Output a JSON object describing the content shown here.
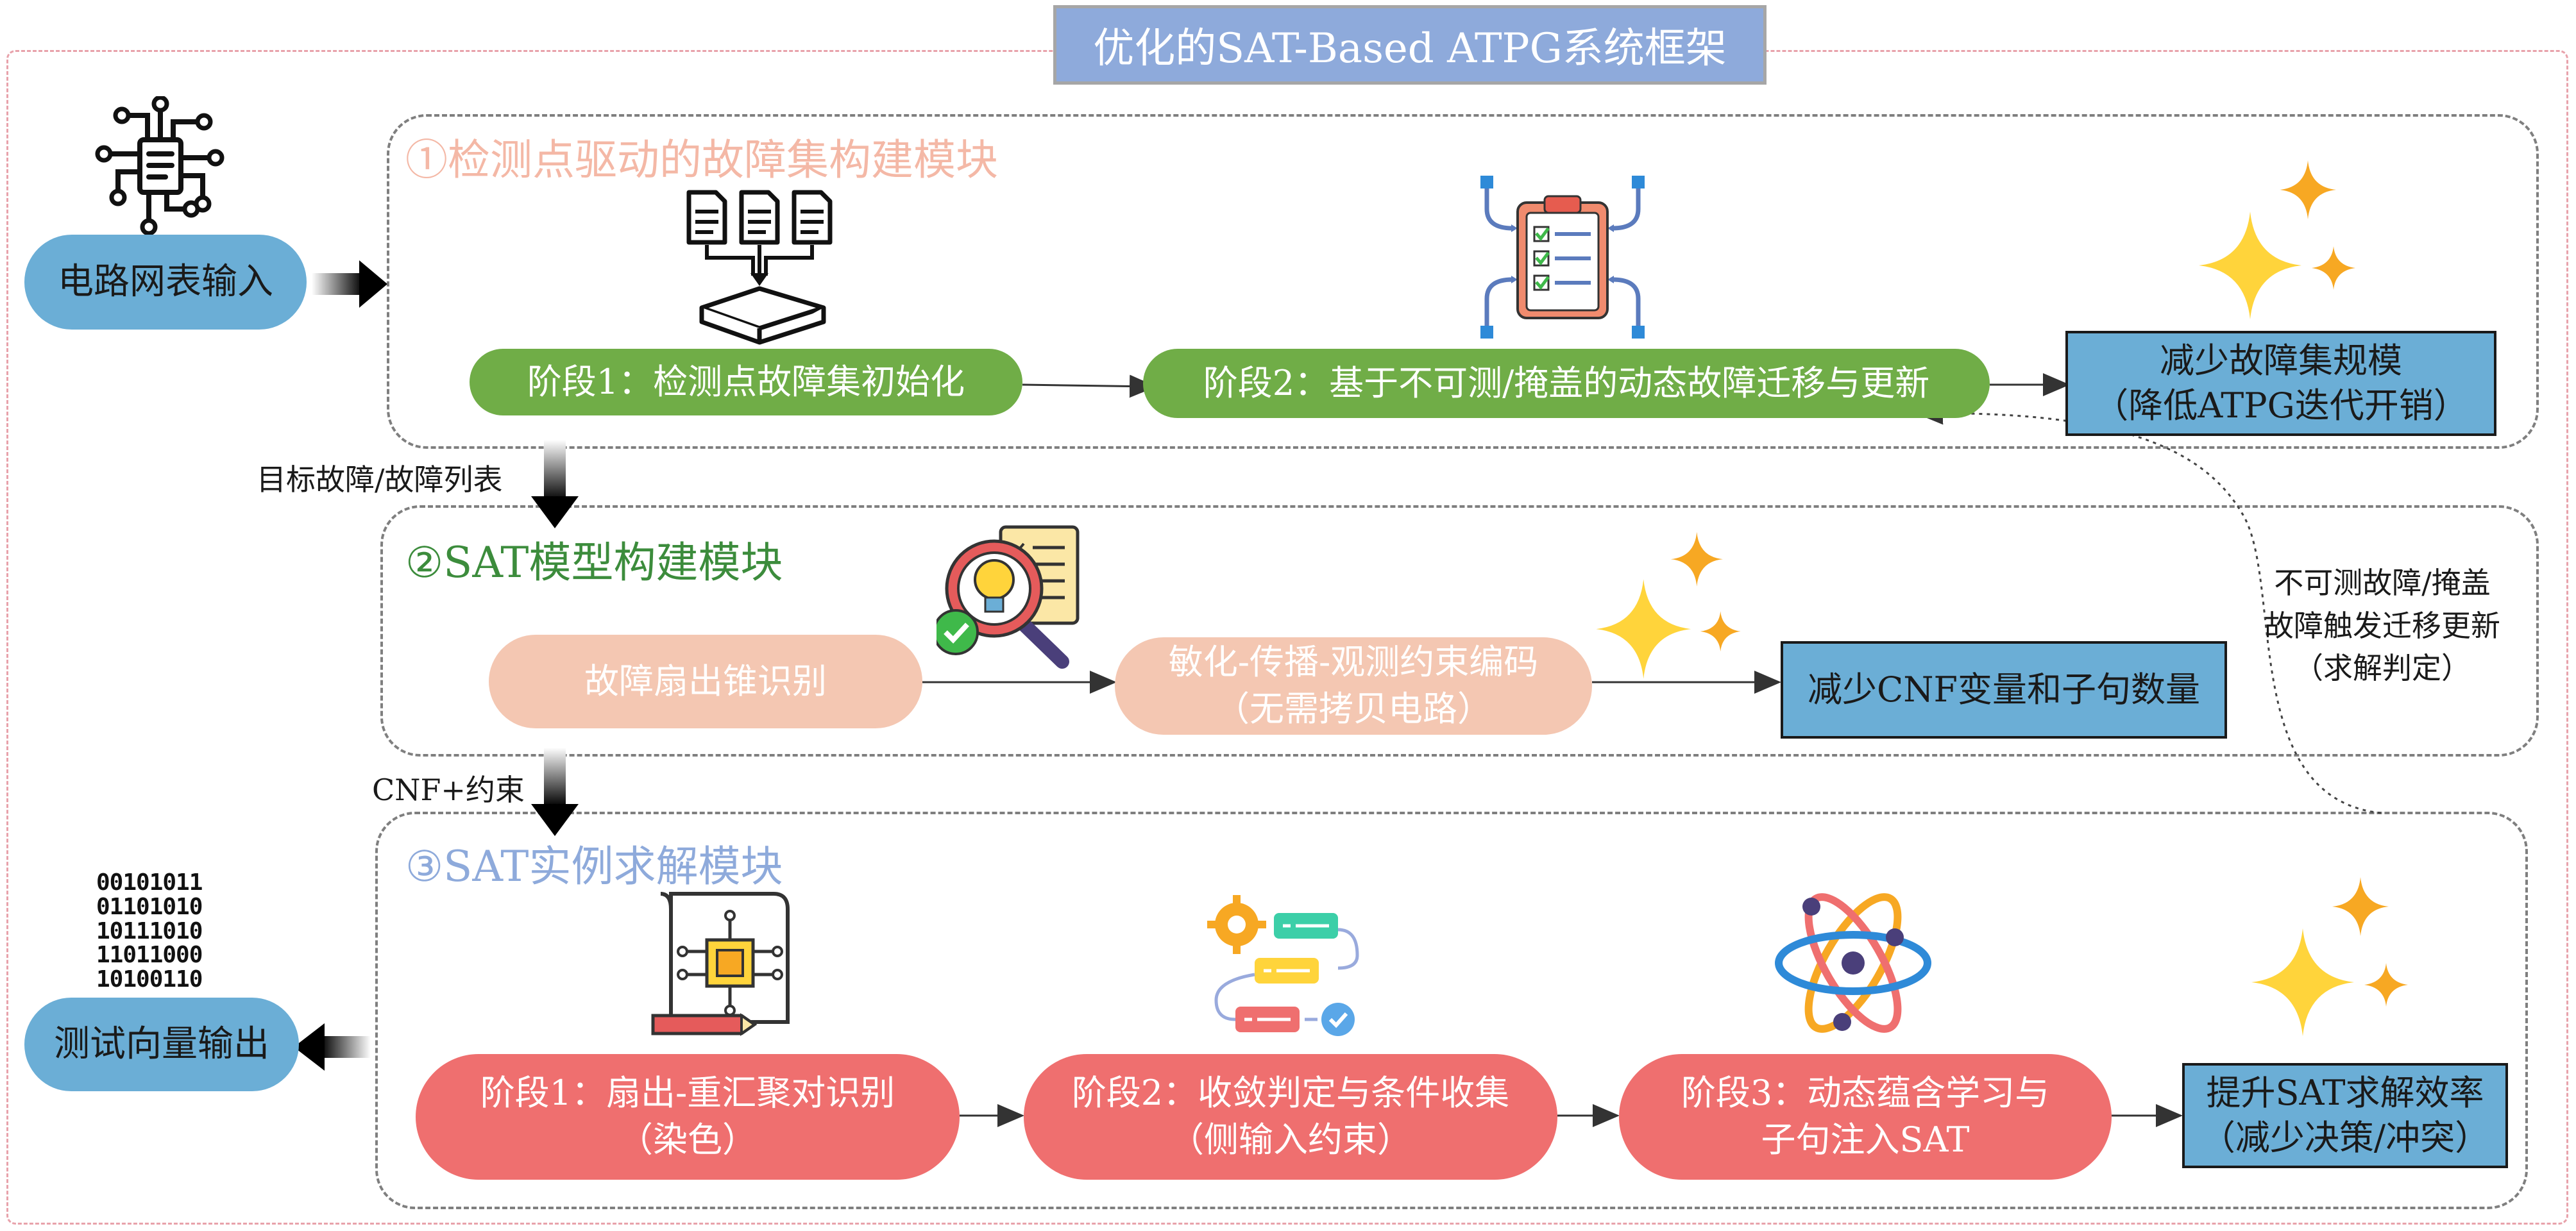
{
  "title": "优化的SAT-Based ATPG系统框架",
  "input_label": "电路网表输入",
  "output_label": "测试向量输出",
  "binary_lines": [
    "00101011",
    "01101010",
    "10111010",
    "11011000",
    "10100110"
  ],
  "modules": {
    "m1": {
      "title": "①检测点驱动的故障集构建模块",
      "stage1": "阶段1：检测点故障集初始化",
      "stage2": "阶段2：基于不可测/掩盖的动态故障迁移与更新",
      "result_line1": "减少故障集规模",
      "result_line2": "（降低ATPG迭代开销）"
    },
    "m2": {
      "title": "②SAT模型构建模块",
      "step1": "故障扇出锥识别",
      "step2_line1": "敏化-传播-观测约束编码",
      "step2_line2": "（无需拷贝电路）",
      "result": "减少CNF变量和子句数量"
    },
    "m3": {
      "title": "③SAT实例求解模块",
      "stage1_line1": "阶段1：扇出-重汇聚对识别",
      "stage1_line2": "（染色）",
      "stage2_line1": "阶段2：收敛判定与条件收集",
      "stage2_line2": "（侧输入约束）",
      "stage3_line1": "阶段3：动态蕴含学习与",
      "stage3_line2": "子句注入SAT",
      "result_line1": "提升SAT求解效率",
      "result_line2": "（减少决策/冲突）"
    }
  },
  "arrow_labels": {
    "target_faults": "目标故障/故障列表",
    "cnf": "CNF+约束",
    "feedback_line1": "不可测故障/掩盖",
    "feedback_line2": "故障触发迁移更新",
    "feedback_line3": "（求解判定）"
  },
  "icons": [
    "circuit-chip-icon",
    "documents-merge-icon",
    "clipboard-checklist-icon",
    "lightbulb-magnifier-icon",
    "circuit-blueprint-icon",
    "workflow-icon",
    "atom-icon",
    "sparkle-icon",
    "binary-code-icon"
  ],
  "colors": {
    "green": "#70ad47",
    "peach": "#f4c7b2",
    "red": "#ef6f6f",
    "blue": "#6baed6",
    "title_bg": "#8eaadb",
    "sparkle_yellow": "#ffd43b",
    "sparkle_orange": "#f7a823"
  }
}
